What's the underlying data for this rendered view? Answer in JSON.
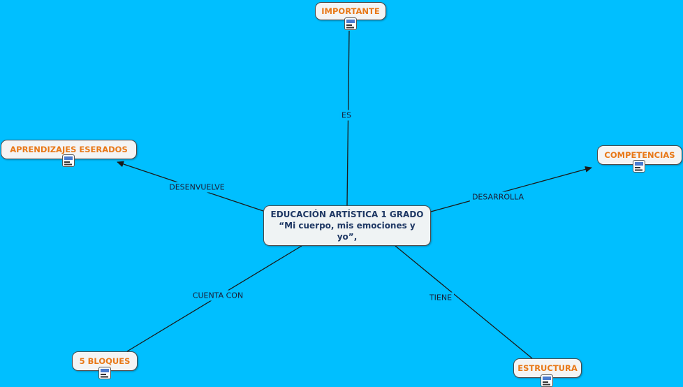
{
  "canvas": {
    "type": "concept-map"
  },
  "colors": {
    "background": "#00BFFF",
    "concept_label": "#E87817",
    "central_text": "#1F3864",
    "link_text": "#1A1A33",
    "node_background": "#F4F4F4",
    "central_node_background": "#EFF3F4",
    "node_border": "#4A4A4A",
    "line_color": "#1A1A1A"
  },
  "concepts": {
    "importante": {
      "label": "IMPORTANTE"
    },
    "aprendizajes": {
      "label": "APRENDIZAJES ESERADOS"
    },
    "competencias": {
      "label": "COMPETENCIAS"
    },
    "bloques": {
      "label": "5 BLOQUES"
    },
    "estructura": {
      "label": "ESTRUCTURA"
    },
    "central": {
      "line1": "EDUCACIÓN ARTÍSTICA 1 GRADO",
      "line2": "“Mi cuerpo, mis emociones y",
      "line3": "yo”,"
    }
  },
  "links": {
    "es": {
      "label": "ES",
      "from": "central",
      "to": "importante",
      "arrow": false
    },
    "desenvuelve": {
      "label": "DESENVUELVE",
      "from": "central",
      "to": "aprendizajes",
      "arrow": true
    },
    "desarrolla": {
      "label": "DESARROLLA",
      "from": "central",
      "to": "competencias",
      "arrow": true
    },
    "cuenta_con": {
      "label": "CUENTA CON",
      "from": "central",
      "to": "bloques",
      "arrow": false
    },
    "tiene": {
      "label": "TIENE",
      "from": "central",
      "to": "estructura",
      "arrow": false
    }
  },
  "icons": {
    "resource": "resource-group-icon"
  }
}
